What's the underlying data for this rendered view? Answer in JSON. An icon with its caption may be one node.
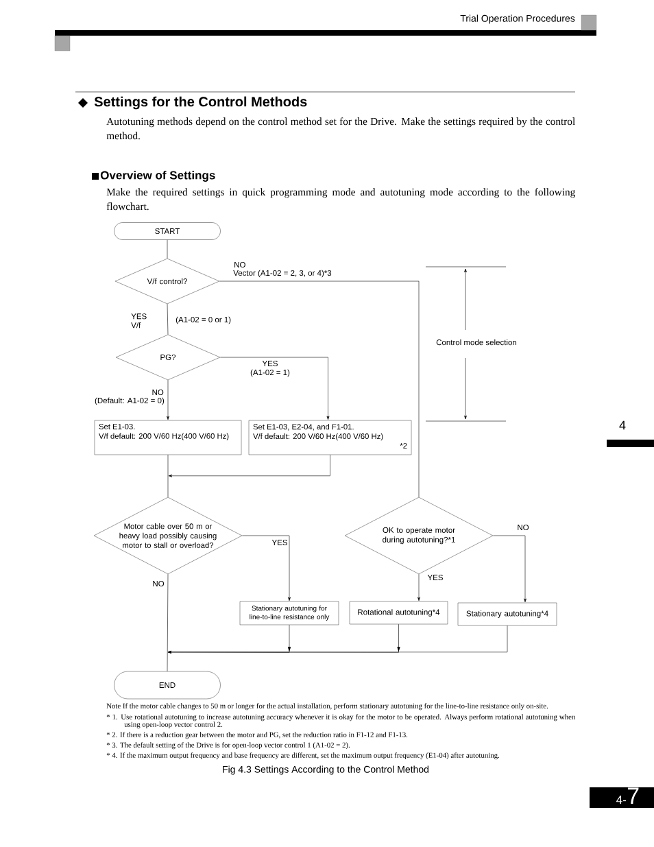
{
  "diagram": {
    "title": "Settings for the Control Methods",
    "caption": "Fig 4.3  Settings According to the Control Method",
    "nodes": [
      {
        "text": [
          "START"
        ]
      },
      {
        "text": [
          "V/f control?"
        ]
      },
      {
        "text": [
          "PG?"
        ]
      },
      {
        "text": [
          "Set E1-03.",
          "V/f default: 200 V/60 Hz(400 V/60 Hz)"
        ]
      },
      {
        "text": [
          "Set E1-03, E2-04, and F1-01.",
          "V/f default: 200 V/60 Hz(400 V/60 Hz)",
          "*2"
        ]
      },
      {
        "text": [
          "Motor cable over 50 m or heavy load possibly causing motor to stall or overload?"
        ]
      },
      {
        "text": [
          "OK to operate motor during autotuning?*1"
        ]
      },
      {
        "text": [
          "Stationary autotuning for line-to-line resistance only"
        ]
      },
      {
        "text": [
          "Rotational autotuning*4"
        ]
      },
      {
        "text": [
          "Stationary autotuning*4"
        ]
      },
      {
        "text": [
          "END"
        ]
      }
    ],
    "edges": [
      {
        "from": 0,
        "to": 1,
        "arrow": "none"
      },
      {
        "from": 1,
        "to": 2,
        "arrow": "none",
        "label": "YES V/f"
      },
      {
        "from": 1,
        "to": 6,
        "arrow": "none",
        "label": "NO"
      },
      {
        "from": 2,
        "to": 3,
        "arrow": "to",
        "label": "NO"
      },
      {
        "from": 2,
        "to": 4,
        "arrow": "to",
        "label": "YES"
      },
      {
        "from": 3,
        "to": 5,
        "arrow": "none"
      },
      {
        "from": 4,
        "to": 5,
        "arrow": "to"
      },
      {
        "from": 5,
        "to": 7,
        "arrow": "to",
        "label": "YES"
      },
      {
        "from": 5,
        "to": 10,
        "arrow": "none",
        "label": "NO"
      },
      {
        "from": 6,
        "to": 8,
        "arrow": "to",
        "label": "YES"
      },
      {
        "from": 6,
        "to": 9,
        "arrow": "to",
        "label": "NO"
      },
      {
        "from": 7,
        "to": 10,
        "arrow": "to"
      },
      {
        "from": 8,
        "to": 10,
        "arrow": "to"
      },
      {
        "from": 9,
        "to": 10,
        "arrow": "to"
      }
    ],
    "labels": [
      "Trial Operation Procedures",
      "Autotuning methods depend on the control method set for the Drive. Make the settings required by the control method.",
      "Overview of Settings",
      "Make the required settings in quick programming mode and autotuning mode according to the following flowchart.",
      "(A1-02 = 0 or 1)",
      "Vector (A1-02 = 2, 3, or 4)*3",
      "(A1-02 = 1)",
      "(Default: A1-02 = 0)",
      "Control mode selection",
      "Note If the motor cable changes to 50 m or longer for the actual installation, perform stationary autotuning for the line-to-line resistance only on-site.",
      "* 1. Use rotational autotuning to increase autotuning accuracy whenever it is okay for the motor to be operated. Always perform rotational autotuning when using open-loop vector control 2.",
      "* 2. If there is a reduction gear between the motor and PG, set the reduction ratio in F1-12 and F1-13.",
      "* 3. The default setting of the Drive is for open-loop vector control 1 (A1-02 = 2).",
      "* 4. If the maximum output frequency and base frequency are different, set the maximum output frequency (E1-04) after autotuning.",
      "4",
      "4-",
      "7"
    ]
  }
}
